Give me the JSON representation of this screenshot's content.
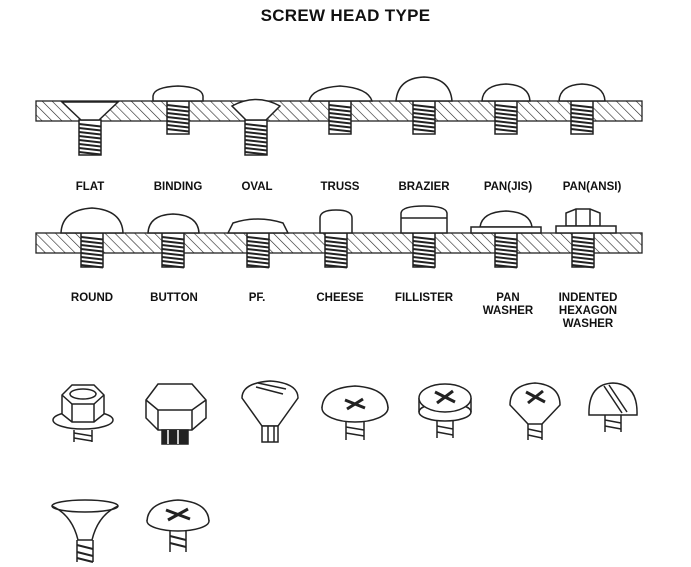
{
  "title": "SCREW HEAD TYPE",
  "row1_labels": [
    "FLAT",
    "BINDING",
    "OVAL",
    "TRUSS",
    "BRAZIER",
    "PAN(JIS)",
    "PAN(ANSI)"
  ],
  "row2_labels": [
    "ROUND",
    "BUTTON",
    "PF.",
    "CHEESE",
    "FILLISTER",
    "PAN\nWASHER",
    "INDENTED\nHEXAGON\nWASHER"
  ],
  "drawing": {
    "row3_icons": [
      "hex-washer-head-icon",
      "hex-head-bolt-icon",
      "slotted-oval-head-icon",
      "phillips-truss-head-icon",
      "phillips-binding-head-icon",
      "phillips-oval-head-icon",
      "slotted-round-head-icon"
    ],
    "row4_icons": [
      "phillips-flat-countersunk-icon",
      "phillips-truss-head-small-icon"
    ]
  }
}
